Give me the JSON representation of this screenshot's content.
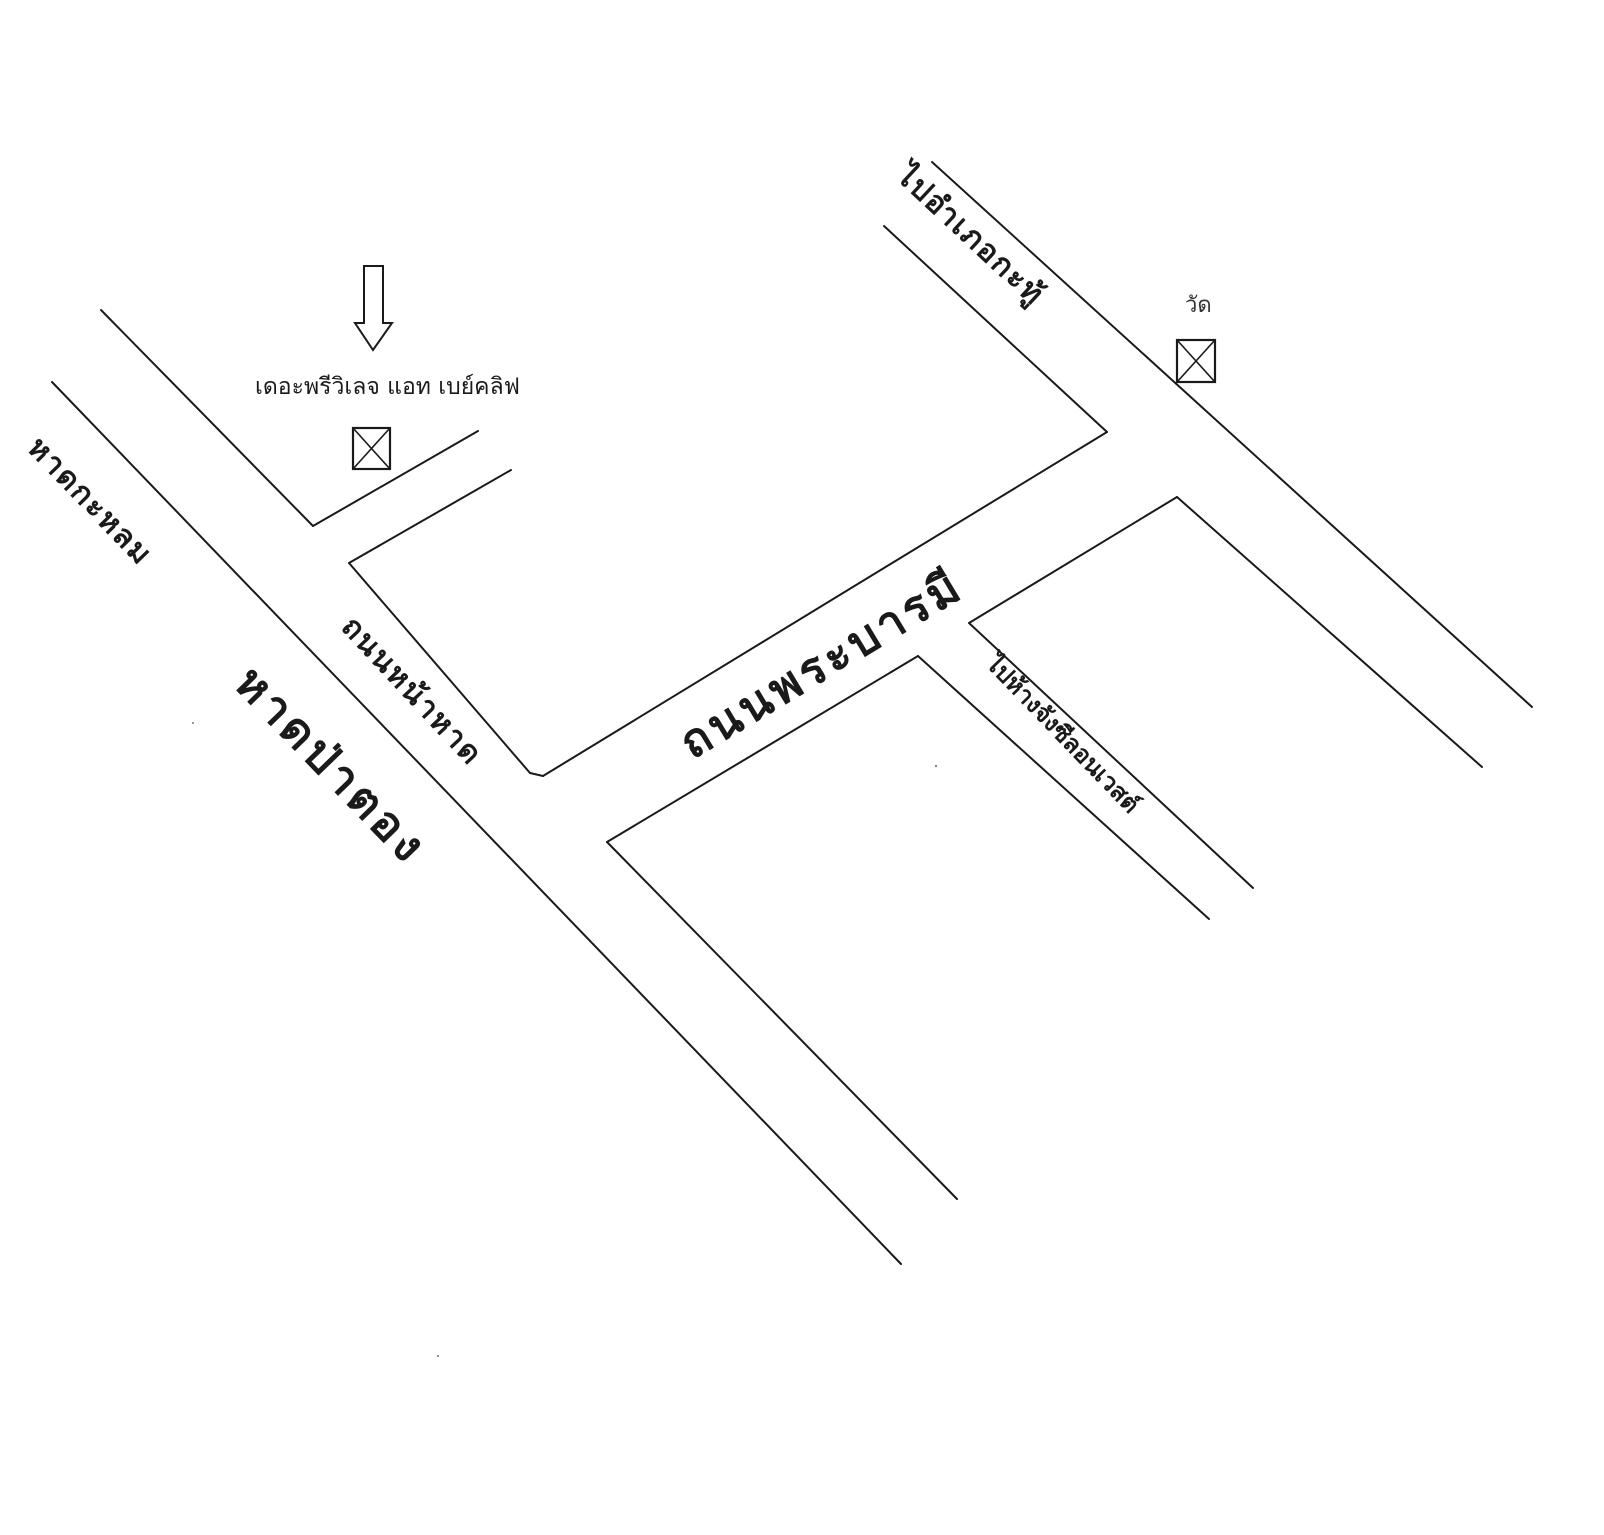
{
  "map": {
    "roads": {
      "beach_patong": "หาดป่าตอง",
      "beach_karon": "หาดกะหลม",
      "road_beach": "ถนนหน้าหาด",
      "road_phrabarami": "ถนนพระบารมี",
      "to_kathu": "ไปอำเภอกะทู้",
      "to_jungceylon": "ไปห้างจังซีลอนเวสต์"
    },
    "pois": {
      "hotel": "เดอะพรีวิเลจ แอท เบย์คลิฟ",
      "temple": "วัด"
    }
  }
}
